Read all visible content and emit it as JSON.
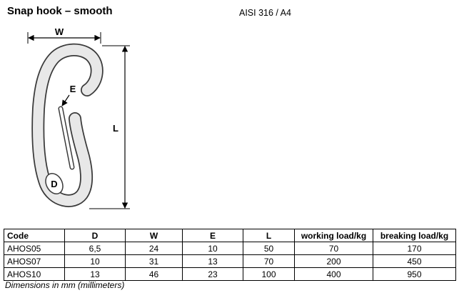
{
  "header": {
    "title": "Snap hook – smooth",
    "material": "AISI 316 / A4"
  },
  "drawing": {
    "labels": {
      "w": "W",
      "e": "E",
      "l": "L",
      "d": "D"
    }
  },
  "table": {
    "headers": [
      "Code",
      "D",
      "W",
      "E",
      "L",
      "working load/kg",
      "breaking load/kg"
    ],
    "rows": [
      [
        "AHOS05",
        "6,5",
        "24",
        "10",
        "50",
        "70",
        "170"
      ],
      [
        "AHOS07",
        "10",
        "31",
        "13",
        "70",
        "200",
        "450"
      ],
      [
        "AHOS10",
        "13",
        "46",
        "23",
        "100",
        "400",
        "950"
      ]
    ]
  },
  "footer": {
    "note": "Dimensions in mm (millimeters)"
  }
}
